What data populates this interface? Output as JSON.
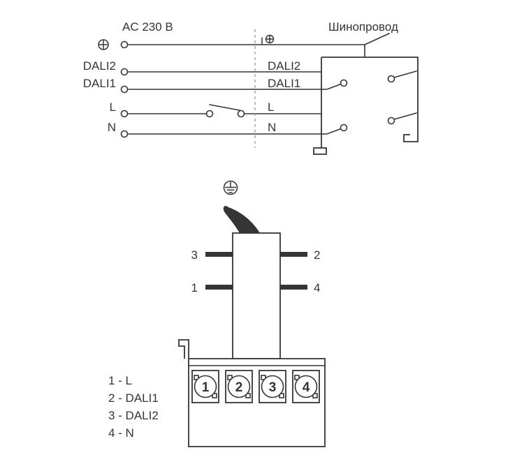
{
  "page": {
    "ink": "#353535",
    "background": "#ffffff"
  },
  "wiring_diagram": {
    "supply_label": "AC 230 В",
    "busbar_label": "Шинопровод",
    "left_labels": {
      "dali2": "DALI2",
      "dali1": "DALI1",
      "line": "L",
      "neutral": "N"
    },
    "right_labels": {
      "dali2": "DALI2",
      "dali1": "DALI1",
      "line": "L",
      "neutral": "N"
    }
  },
  "adapter_diagram": {
    "pin_labels": {
      "top_left": "3",
      "top_right": "2",
      "bottom_left": "1",
      "bottom_right": "4"
    },
    "terminal_numbers": [
      "1",
      "2",
      "3",
      "4"
    ],
    "legend_items": [
      "1 - L",
      "2 - DALI1",
      "3 - DALI2",
      "4 - N"
    ]
  }
}
